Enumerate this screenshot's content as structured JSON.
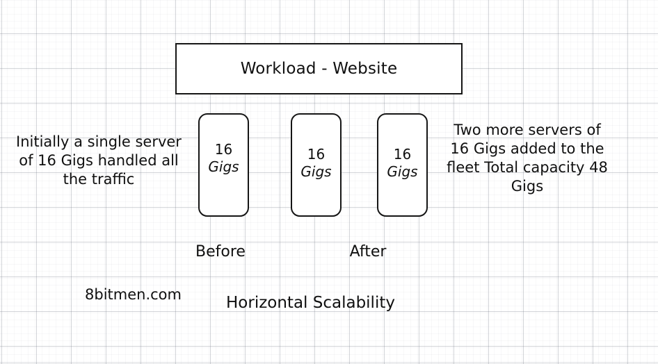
{
  "diagram": {
    "title_box": {
      "label": "Workload - Website"
    },
    "servers": [
      {
        "id": "server-1",
        "amount": "16",
        "unit": "Gigs"
      },
      {
        "id": "server-2",
        "amount": "16",
        "unit": "Gigs"
      },
      {
        "id": "server-3",
        "amount": "16",
        "unit": "Gigs"
      }
    ],
    "notes": {
      "left": "Initially a single server of 16 Gigs handled all the traffic",
      "right": "Two more servers of 16 Gigs added to the fleet\nTotal capacity 48 Gigs"
    },
    "phase_labels": {
      "before": "Before",
      "after": "After"
    },
    "footer": {
      "watermark": "8bitmen.com",
      "caption": "Horizontal Scalability"
    },
    "colors": {
      "stroke": "#151515",
      "text": "#101010",
      "background": "#ffffff",
      "grid_major": "rgba(110,115,130,0.30)",
      "grid_minor": "rgba(120,125,140,0.055)"
    }
  }
}
